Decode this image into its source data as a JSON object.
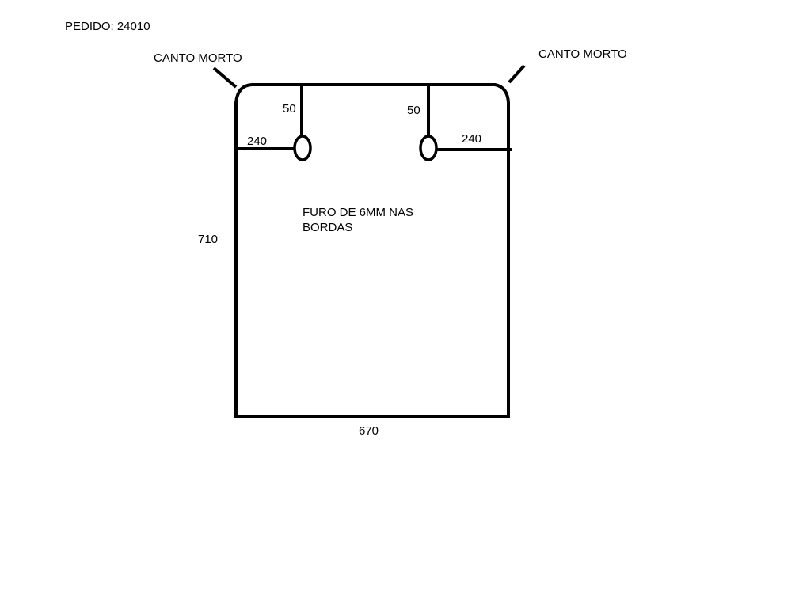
{
  "order": {
    "label": "PEDIDO: 24010"
  },
  "annotations": {
    "dead_corner_left": "CANTO MORTO",
    "dead_corner_right": "CANTO MORTO",
    "hole_note": "FURO DE 6MM NAS BORDAS"
  },
  "dimensions": {
    "top_left": "50",
    "top_right": "50",
    "side_left": "240",
    "side_right": "240",
    "height": "710",
    "width": "670"
  }
}
